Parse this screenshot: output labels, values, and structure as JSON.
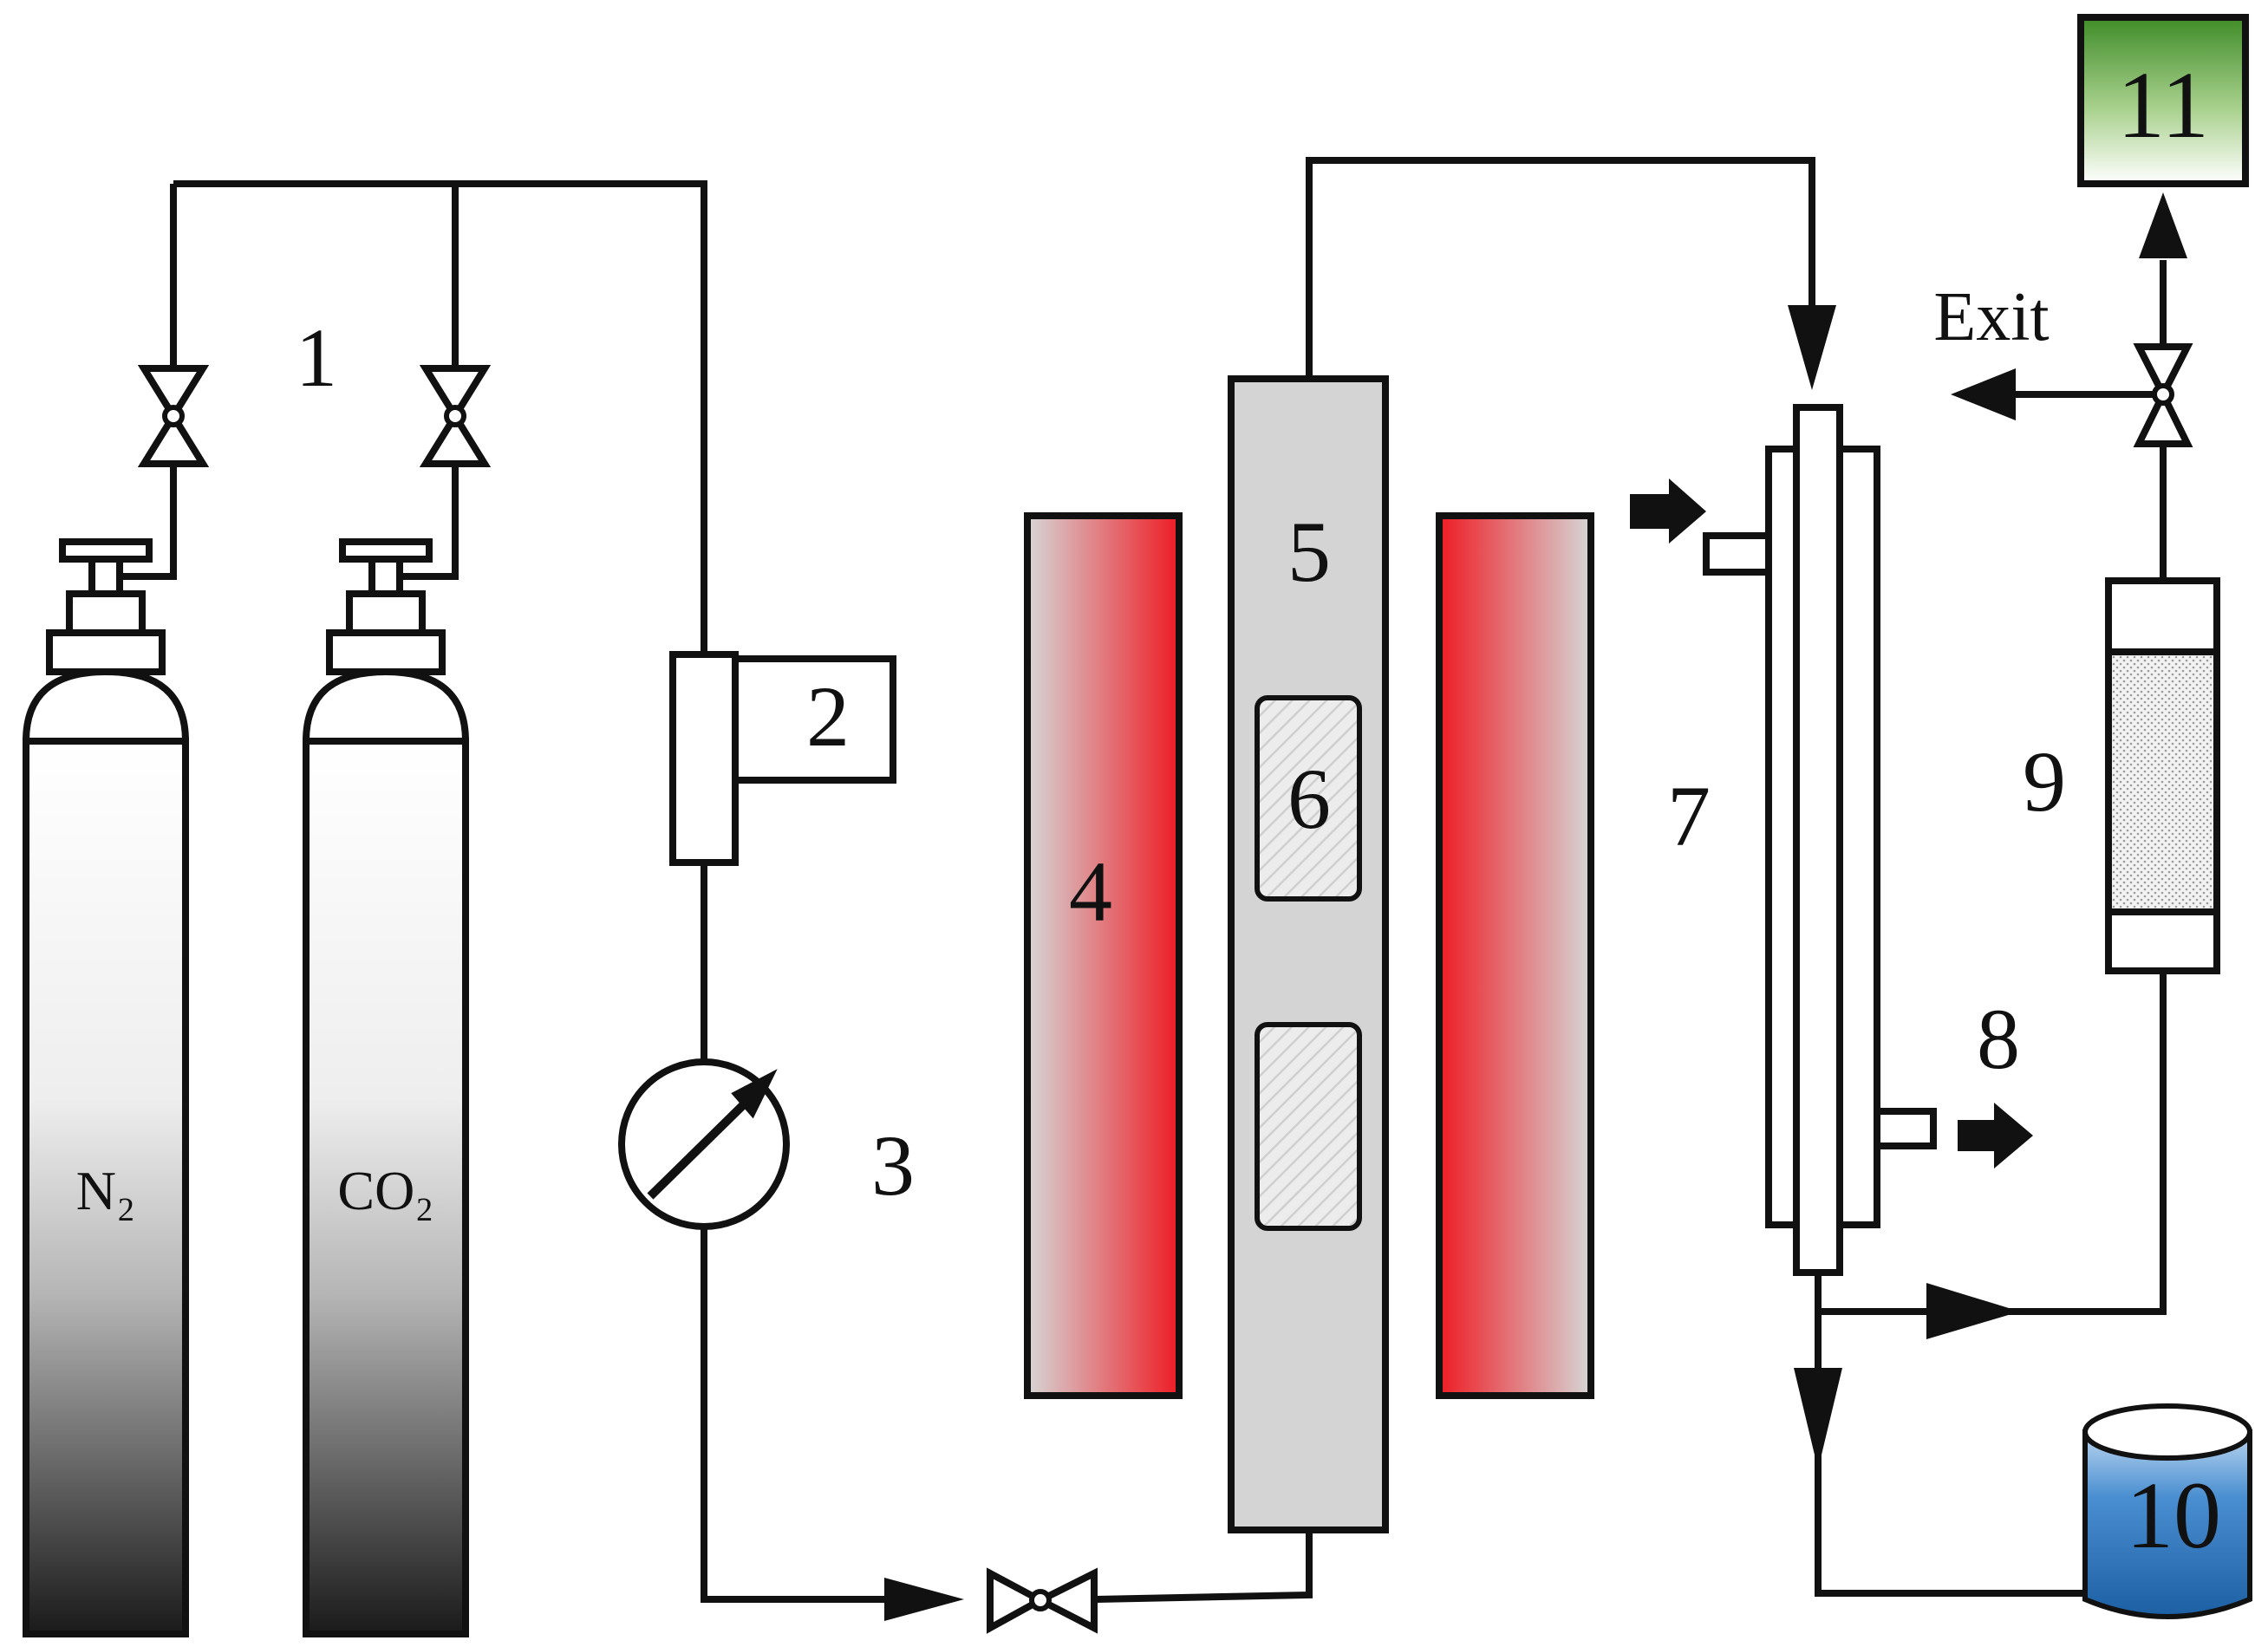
{
  "diagram": {
    "labels": {
      "valves_group": "1",
      "flowmeter": "2",
      "pressure_gauge": "3",
      "furnace": "4",
      "reactor": "5",
      "sample": "6",
      "condenser": "7",
      "coolant_outlet": "8",
      "drying_tube": "9",
      "collector": "10",
      "analyzer": "11",
      "exit": "Exit"
    },
    "cylinders": {
      "left": "N₂",
      "right": "CO₂"
    }
  },
  "colors": {
    "heater": "#ee1c24",
    "heater_fade": "#d6d6d6",
    "reactor": "#d4d4d4",
    "analyzer_top": "#3f8c28",
    "collector": "#2f73b8",
    "stroke": "#111111"
  }
}
